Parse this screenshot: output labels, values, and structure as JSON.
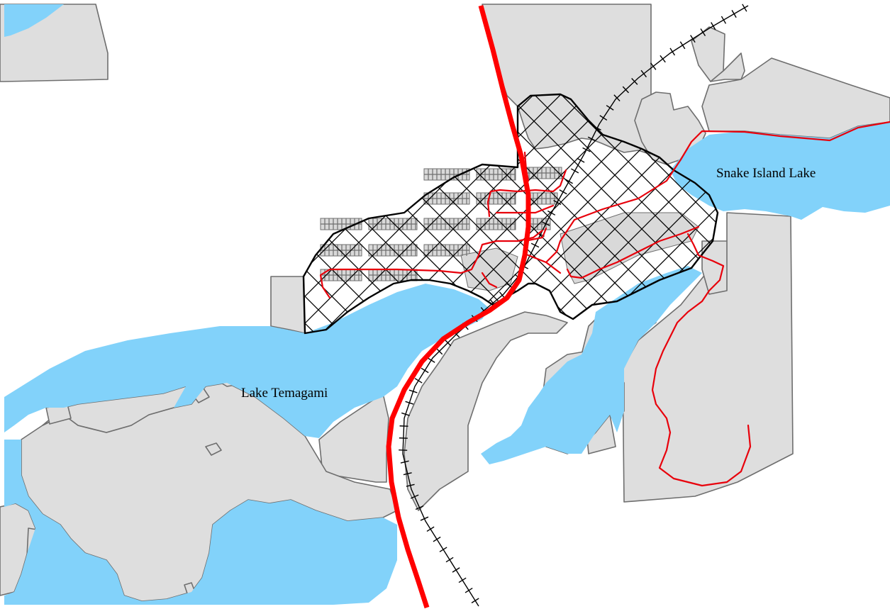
{
  "map": {
    "labels": {
      "lake_temagami": "Lake Temagami",
      "snake_island_lake": "Snake Island Lake"
    },
    "colors": {
      "water": "#82d2fa",
      "land_parcel": "#dedede",
      "parcel_outline": "#6e6e6e",
      "highway": "#ff0000",
      "local_road": "#e8000b",
      "railway": "#000000",
      "townsite_boundary": "#000000",
      "background": "#ffffff"
    },
    "features": {
      "highway": "highway",
      "railway": "railway",
      "local_roads": "local-roads",
      "townsite_boundary": "townsite-boundary",
      "lakes": "water"
    }
  }
}
